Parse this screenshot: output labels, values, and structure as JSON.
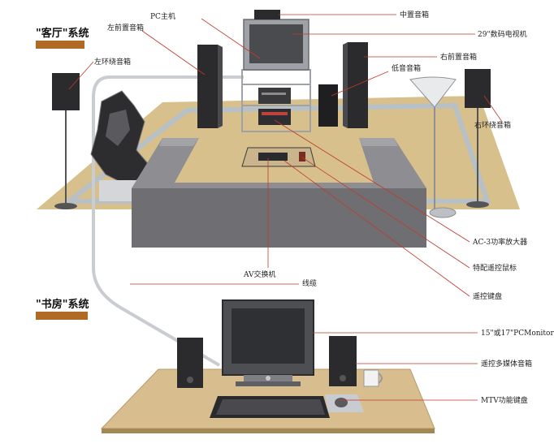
{
  "sections": {
    "living_room": "\"客厅\"系统",
    "study": "\"书房\"系统"
  },
  "labels": {
    "pc_host": "PC主机",
    "center_speaker": "中置音箱",
    "left_front_speaker": "左前置音箱",
    "tv": "29\"数码电视机",
    "left_surround": "左环绕音箱",
    "right_front_speaker": "右前置音箱",
    "subwoofer": "低音音箱",
    "right_surround": "右环绕音箱",
    "amplifier": "AC-3功率放大器",
    "remote_mouse": "特配遥控鼠标",
    "av_switch": "AV交换机",
    "cable": "线缆",
    "remote_keyboard": "遥控键盘",
    "monitor": "15\"或17\"PCMonitor",
    "multimedia_speaker": "遥控多媒体音箱",
    "mtv_keyboard": "MTV功能键盘"
  },
  "colors": {
    "accent_bar": "#b06a26",
    "rug": "#d7c08c",
    "rug_stripe": "#b6c0c6",
    "sofa": "#6f6f73",
    "desk": "#d8bd8e",
    "speaker": "#2b2b2e"
  }
}
